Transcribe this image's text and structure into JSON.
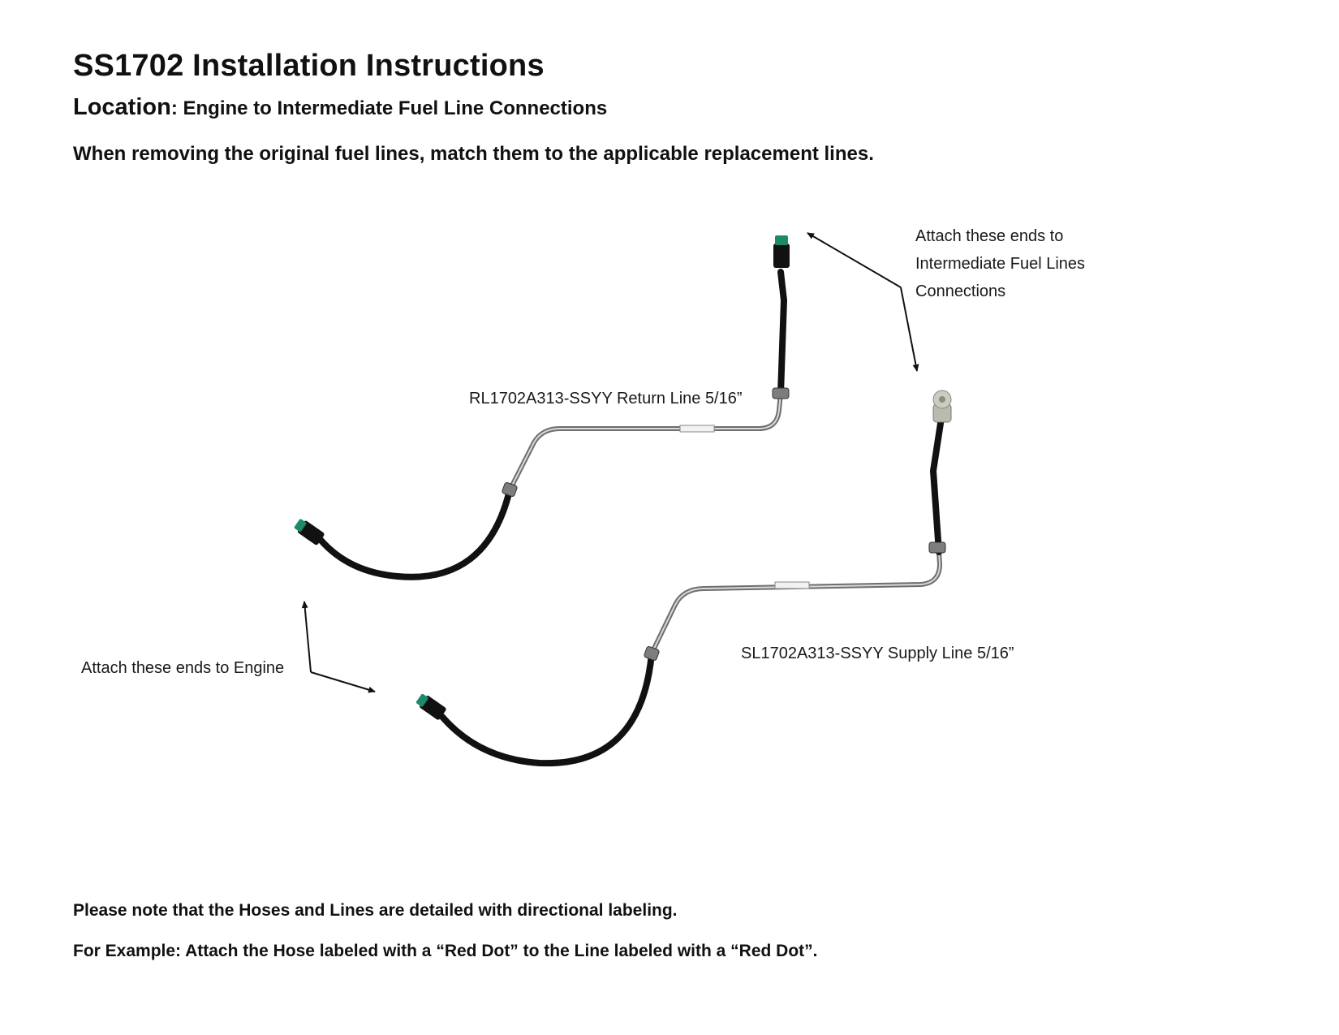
{
  "header": {
    "title": "SS1702 Installation Instructions",
    "location_key": "Location",
    "location_value": ": Engine to Intermediate Fuel Line Connections",
    "instruction": "When removing the original fuel lines, match them to the applicable replacement lines."
  },
  "diagram": {
    "callout_intermediate": [
      "Attach these ends to",
      "Intermediate Fuel Lines",
      "Connections"
    ],
    "callout_engine": "Attach these ends to Engine",
    "return_line_label": "RL1702A313-SSYY Return Line 5/16”",
    "supply_line_label": "SL1702A313-SSYY Supply Line 5/16”",
    "colors": {
      "hose": "#111111",
      "steel_line": "#9a9a9a",
      "green_connector": "#1f8a6b",
      "gray_connector": "#c9cdbf"
    }
  },
  "notes": {
    "note_1": "Please note that the Hoses and Lines are detailed with directional labeling.",
    "note_2": "For Example: Attach the Hose labeled with a “Red Dot” to the Line labeled with a “Red Dot”."
  }
}
